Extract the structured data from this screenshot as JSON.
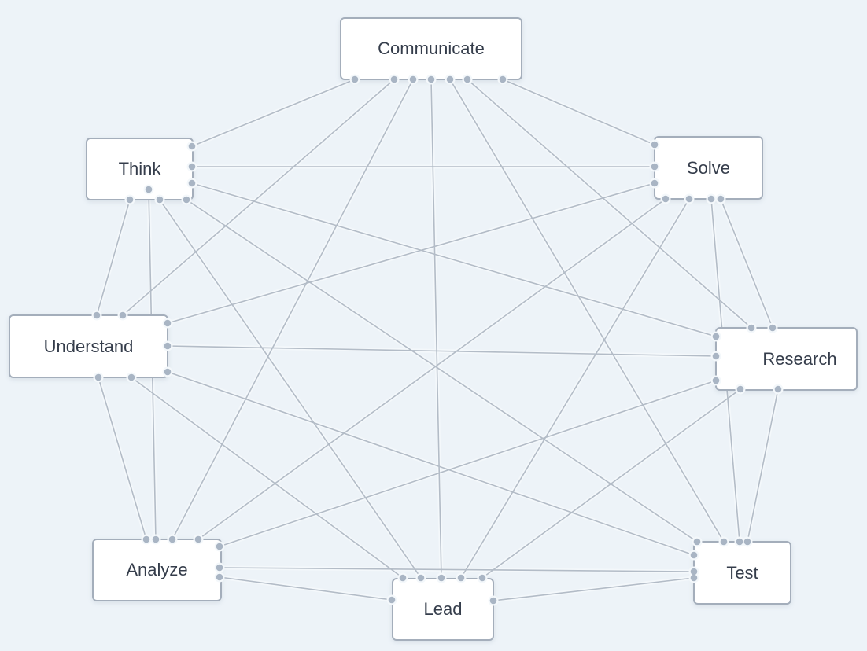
{
  "diagram": {
    "type": "complete-graph",
    "nodes": [
      {
        "id": "communicate",
        "label": "Communicate"
      },
      {
        "id": "think",
        "label": "Think"
      },
      {
        "id": "solve",
        "label": "Solve"
      },
      {
        "id": "understand",
        "label": "Understand"
      },
      {
        "id": "research",
        "label": "Research"
      },
      {
        "id": "analyze",
        "label": "Analyze"
      },
      {
        "id": "lead",
        "label": "Lead"
      },
      {
        "id": "test",
        "label": "Test"
      }
    ],
    "edges": [
      [
        "communicate",
        "think"
      ],
      [
        "communicate",
        "solve"
      ],
      [
        "communicate",
        "understand"
      ],
      [
        "communicate",
        "research"
      ],
      [
        "communicate",
        "analyze"
      ],
      [
        "communicate",
        "lead"
      ],
      [
        "communicate",
        "test"
      ],
      [
        "think",
        "solve"
      ],
      [
        "think",
        "understand"
      ],
      [
        "think",
        "research"
      ],
      [
        "think",
        "analyze"
      ],
      [
        "think",
        "lead"
      ],
      [
        "think",
        "test"
      ],
      [
        "solve",
        "understand"
      ],
      [
        "solve",
        "research"
      ],
      [
        "solve",
        "analyze"
      ],
      [
        "solve",
        "lead"
      ],
      [
        "solve",
        "test"
      ],
      [
        "understand",
        "research"
      ],
      [
        "understand",
        "analyze"
      ],
      [
        "understand",
        "lead"
      ],
      [
        "understand",
        "test"
      ],
      [
        "research",
        "analyze"
      ],
      [
        "research",
        "lead"
      ],
      [
        "research",
        "test"
      ],
      [
        "analyze",
        "lead"
      ],
      [
        "analyze",
        "test"
      ],
      [
        "lead",
        "test"
      ]
    ],
    "colors": {
      "edge": "#b3bcc7",
      "port": "#a9b5c4",
      "node_border": "#a4aebb",
      "background": "#edf3f8",
      "text": "#353d4b"
    }
  }
}
